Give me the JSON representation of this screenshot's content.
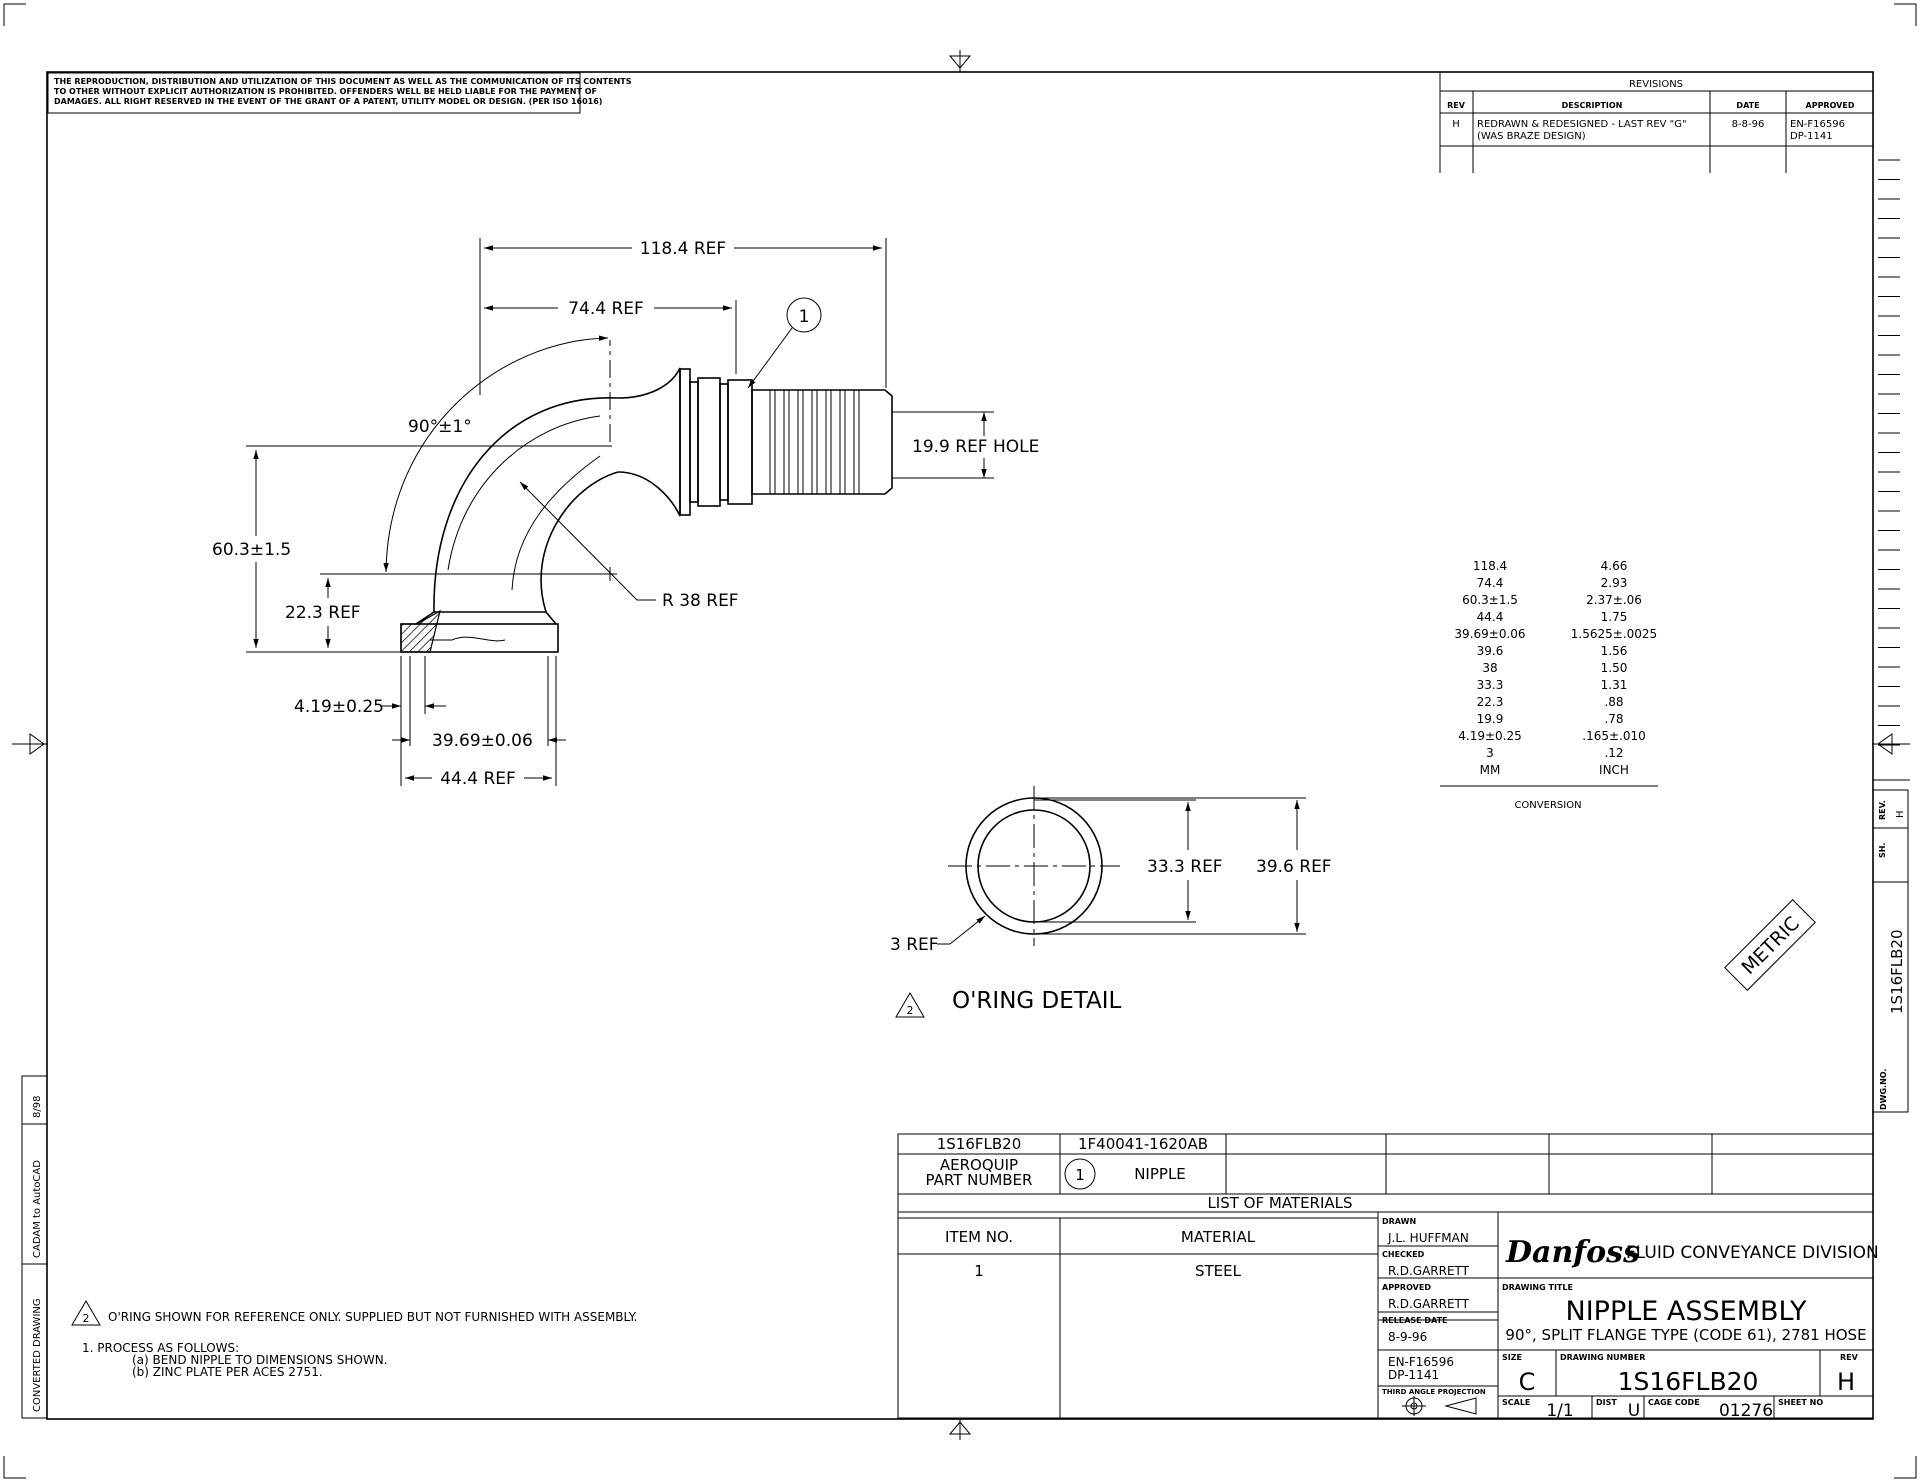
{
  "notice": {
    "line1": "THE REPRODUCTION, DISTRIBUTION AND UTILIZATION OF THIS DOCUMENT AS WELL AS THE COMMUNICATION OF ITS CONTENTS",
    "line2": "TO OTHER WITHOUT EXPLICIT AUTHORIZATION IS PROHIBITED. OFFENDERS WELL BE HELD LIABLE FOR THE PAYMENT OF",
    "line3": "DAMAGES. ALL RIGHT RESERVED IN THE EVENT OF THE GRANT OF A PATENT, UTILITY MODEL OR DESIGN. (PER ISO 16016)"
  },
  "revisions": {
    "title": "REVISIONS",
    "headers": {
      "rev": "REV",
      "description": "DESCRIPTION",
      "date": "DATE",
      "approved": "APPROVED"
    },
    "rows": [
      {
        "rev": "H",
        "desc1": "REDRAWN & REDESIGNED - LAST REV \"G\"",
        "desc2": "(WAS BRAZE DESIGN)",
        "date": "8-8-96",
        "appr1": "EN-F16596",
        "appr2": "DP-1141"
      }
    ]
  },
  "dimensions": {
    "d118": "118.4  REF",
    "d74": "74.4  REF",
    "angle": "90°±1°",
    "hole": "19.9  REF  HOLE",
    "d60": "60.3±1.5",
    "d22": "22.3  REF",
    "radius": "R 38  REF",
    "d419": "4.19±0.25",
    "d3969": "39.69±0.06",
    "d44": "44.4  REF",
    "balloon": "1"
  },
  "oring": {
    "d33": "33.3  REF",
    "d39": "39.6  REF",
    "d3": "3  REF",
    "note_number": "2",
    "title": "O'RING  DETAIL"
  },
  "conversion": {
    "rows": [
      [
        "118.4",
        "4.66"
      ],
      [
        "74.4",
        "2.93"
      ],
      [
        "60.3±1.5",
        "2.37±.06"
      ],
      [
        "44.4",
        "1.75"
      ],
      [
        "39.69±0.06",
        "1.5625±.0025"
      ],
      [
        "39.6",
        "1.56"
      ],
      [
        "38",
        "1.50"
      ],
      [
        "33.3",
        "1.31"
      ],
      [
        "22.3",
        ".88"
      ],
      [
        "19.9",
        ".78"
      ],
      [
        "4.19±0.25",
        ".165±.010"
      ],
      [
        "3",
        ".12"
      ],
      [
        "MM",
        "INCH"
      ]
    ],
    "label": "CONVERSION"
  },
  "metric_stamp": "METRIC",
  "side_strip": {
    "rev_label": "REV.",
    "rev": "H",
    "sh_label": "SH.",
    "dwg_number": "1S16FLB20",
    "dwg_label": "DWG.NO."
  },
  "left_strip": {
    "date": "8/98",
    "cadam": "CADAM to AutoCAD",
    "converted": "CONVERTED DRAWING"
  },
  "notes": {
    "note_number": "2",
    "note2": "O'RING SHOWN FOR REFERENCE ONLY. SUPPLIED BUT NOT FURNISHED WITH ASSEMBLY.",
    "item1": "1.   PROCESS AS FOLLOWS:",
    "item1a": "(a)  BEND NIPPLE TO DIMENSIONS SHOWN.",
    "item1b": "(b)  ZINC PLATE PER ACES 2751."
  },
  "parts": {
    "part_number": "1S16FLB20",
    "component": "1F40041-1620AB",
    "aeroquip1": "AEROQUIP",
    "aeroquip2": "PART NUMBER",
    "item_balloon": "1",
    "item_name": "NIPPLE"
  },
  "materials": {
    "title": "LIST  OF  MATERIALS",
    "col_item": "ITEM NO.",
    "col_material": "MATERIAL",
    "rows": [
      {
        "item": "1",
        "material": "STEEL"
      }
    ]
  },
  "title_block": {
    "drawn_label": "DRAWN",
    "drawn": "J.L. HUFFMAN",
    "checked_label": "CHECKED",
    "checked": "R.D.GARRETT",
    "approved_label": "APPROVED",
    "approved": "R.D.GARRETT",
    "release_label": "RELEASE DATE",
    "release": "8-9-96",
    "ecn1": "EN-F16596",
    "ecn2": "DP-1141",
    "projection": "THIRD ANGLE PROJECTION",
    "logo": "Danfoss",
    "division": "FLUID  CONVEYANCE  DIVISION",
    "drawing_title_label": "DRAWING  TITLE",
    "title": "NIPPLE  ASSEMBLY",
    "subtitle": "90°, SPLIT FLANGE TYPE (CODE 61), 2781 HOSE",
    "size_label": "SIZE",
    "size": "C",
    "dwg_no_label": "DRAWING  NUMBER",
    "dwg_no": "1S16FLB20",
    "rev_label": "REV",
    "rev": "H",
    "scale_label": "SCALE",
    "scale": "1/1",
    "dist_label": "DIST",
    "dist": "U",
    "cage_label": "CAGE  CODE",
    "cage": "01276",
    "sheet_label": "SHEET  NO"
  }
}
